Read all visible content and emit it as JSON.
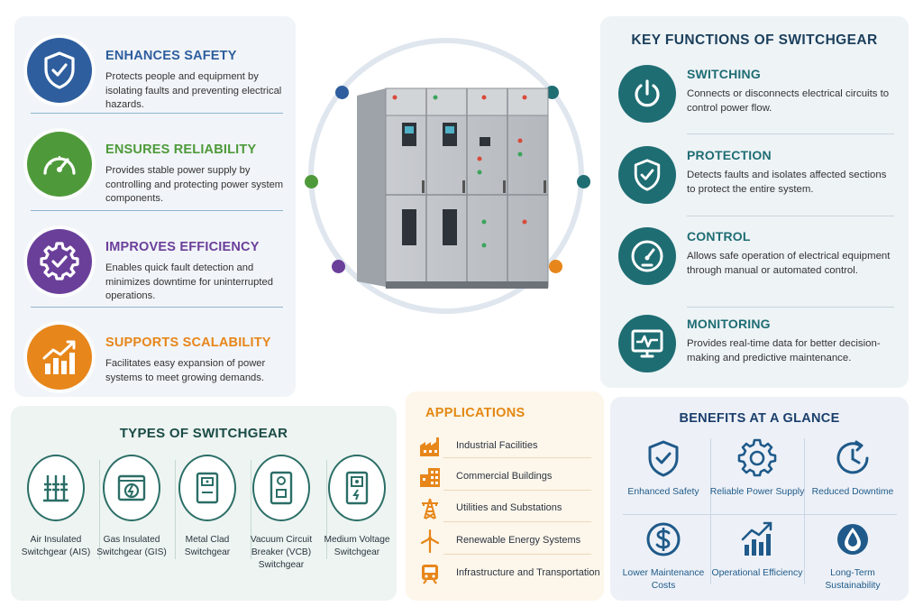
{
  "features": [
    {
      "title": "ENHANCES SAFETY",
      "desc": "Protects people and equipment by isolating faults and preventing electrical hazards.",
      "color": "#2e5e9e",
      "icon": "shield-check-icon"
    },
    {
      "title": "ENSURES RELIABILITY",
      "desc": "Provides stable power supply by controlling and protecting power system components.",
      "color": "#4e9a3a",
      "icon": "gauge-icon"
    },
    {
      "title": "IMPROVES EFFICIENCY",
      "desc": "Enables quick fault detection and minimizes downtime for uninterrupted operations.",
      "color": "#6a3f9a",
      "icon": "gear-check-icon"
    },
    {
      "title": "SUPPORTS SCALABILITY",
      "desc": "Facilitates easy expansion of power systems to meet growing demands.",
      "color": "#e7861a",
      "icon": "growth-chart-icon"
    }
  ],
  "key_functions": {
    "title": "KEY FUNCTIONS OF SWITCHGEAR",
    "items": [
      {
        "title": "SWITCHING",
        "desc": "Connects or disconnects electrical circuits to control power flow.",
        "icon": "power-icon"
      },
      {
        "title": "PROTECTION",
        "desc": "Detects faults and isolates affected sections to protect the entire system.",
        "icon": "shield-check-icon"
      },
      {
        "title": "CONTROL",
        "desc": "Allows safe operation of electrical equipment through manual or automated control.",
        "icon": "gauge-icon"
      },
      {
        "title": "MONITORING",
        "desc": "Provides real-time data for better decision-making and predictive maintenance.",
        "icon": "monitor-pulse-icon"
      }
    ]
  },
  "types": {
    "title": "TYPES OF SWITCHGEAR",
    "items": [
      {
        "label": "Air Insulated Switchgear (AIS)",
        "icon": "air-insulated-icon"
      },
      {
        "label": "Gas Insulated Switchgear (GIS)",
        "icon": "gas-insulated-icon"
      },
      {
        "label": "Metal Clad Switchgear",
        "icon": "metal-clad-icon"
      },
      {
        "label": "Vacuum Circuit Breaker (VCB) Switchgear",
        "icon": "vacuum-breaker-icon"
      },
      {
        "label": "Medium Voltage Switchgear",
        "icon": "medium-voltage-icon"
      }
    ]
  },
  "applications": {
    "title": "APPLICATIONS",
    "items": [
      {
        "label": "Industrial Facilities",
        "icon": "factory-icon"
      },
      {
        "label": "Commercial Buildings",
        "icon": "buildings-icon"
      },
      {
        "label": "Utilities and Substations",
        "icon": "transmission-tower-icon"
      },
      {
        "label": "Renewable Energy Systems",
        "icon": "wind-turbine-icon"
      },
      {
        "label": "Infrastructure and Transportation",
        "icon": "train-icon"
      }
    ]
  },
  "benefits": {
    "title": "BENEFITS AT A GLANCE",
    "items": [
      {
        "label": "Enhanced Safety",
        "icon": "shield-check-icon"
      },
      {
        "label": "Reliable Power Supply",
        "icon": "gear-icon"
      },
      {
        "label": "Reduced Downtime",
        "icon": "clock-icon"
      },
      {
        "label": "Lower Maintenance Costs",
        "icon": "dollar-icon"
      },
      {
        "label": "Operational Efficiency",
        "icon": "bar-chart-icon"
      },
      {
        "label": "Long-Term Sustainability",
        "icon": "water-drop-icon"
      }
    ]
  },
  "colors": {
    "blue": "#2e5e9e",
    "green": "#4e9a3a",
    "purple": "#6a3f9a",
    "orange": "#e7861a",
    "teal": "#1e6d73",
    "benefit_blue": "#1f5a8a"
  }
}
